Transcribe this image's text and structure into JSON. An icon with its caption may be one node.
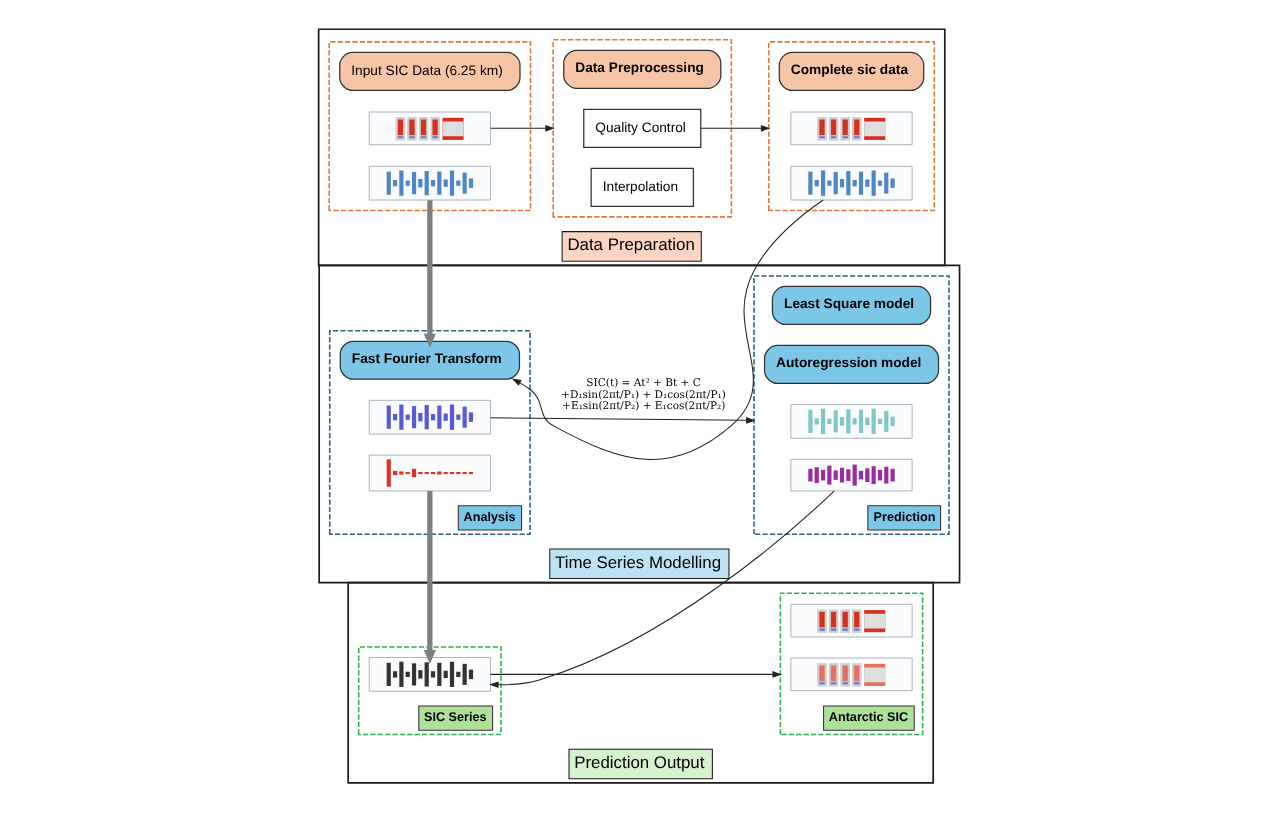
{
  "diagram": {
    "nodes": [
      {
        "text": [
          "Data Preparation"
        ]
      },
      {
        "text": [],
        "shape": "box",
        "in": 0
      },
      {
        "text": [
          "Input SIC Data (6.25 km)"
        ],
        "in": 1
      },
      {
        "text": [],
        "shape": "picture",
        "in": 1
      },
      {
        "text": [],
        "shape": "picture",
        "in": 1
      },
      {
        "text": [],
        "shape": "box",
        "in": 0
      },
      {
        "text": [
          "Data Preprocessing"
        ],
        "in": 5
      },
      {
        "text": [
          "Quality Control"
        ],
        "in": 5
      },
      {
        "text": [
          "Interpolation"
        ],
        "in": 5
      },
      {
        "text": [],
        "shape": "box",
        "in": 0
      },
      {
        "text": [
          "Complete sic data"
        ],
        "in": 9
      },
      {
        "text": [],
        "shape": "picture",
        "in": 9
      },
      {
        "text": [],
        "shape": "picture",
        "in": 9
      },
      {
        "text": [
          "Time Series Modelling"
        ]
      },
      {
        "text": [
          "Analysis"
        ],
        "in": 13
      },
      {
        "text": [
          "Fast Fourier Transform"
        ],
        "in": 14
      },
      {
        "text": [],
        "shape": "picture",
        "in": 14
      },
      {
        "text": [],
        "shape": "picture",
        "in": 14
      },
      {
        "text": [
          "Prediction"
        ],
        "in": 13
      },
      {
        "text": [
          "Least Square model"
        ],
        "in": 18
      },
      {
        "text": [
          "Autoregression model"
        ],
        "in": 18
      },
      {
        "text": [],
        "shape": "picture",
        "in": 18
      },
      {
        "text": [],
        "shape": "picture",
        "in": 18
      },
      {
        "text": [
          "Prediction Output"
        ]
      },
      {
        "text": [
          "SIC Series"
        ],
        "in": 23
      },
      {
        "text": [],
        "shape": "picture",
        "in": 24
      },
      {
        "text": [
          "Antarctic SIC"
        ],
        "in": 23
      },
      {
        "text": [],
        "shape": "picture",
        "in": 26
      },
      {
        "text": [],
        "shape": "picture",
        "in": 26
      }
    ],
    "edges": [
      {
        "from": 1,
        "to": 5,
        "arrow": "to"
      },
      {
        "from": 5,
        "to": 9,
        "arrow": "to"
      },
      {
        "from": 0,
        "to": 13,
        "arrow": "to",
        "style": "thick",
        "color": "#7f7f7f"
      },
      {
        "from": 9,
        "to": 14,
        "arrow": "to"
      },
      {
        "from": 14,
        "to": 18,
        "arrow": "to",
        "label": "SIC(t) = At² + Bt + C +D₁sin(2πt/P₁) + D₁cos(2πt/P₁) +E₁sin(2πt/P₂) + E₁cos(2πt/P₂)"
      },
      {
        "from": 13,
        "to": 23,
        "arrow": "to",
        "style": "thick",
        "color": "#7f7f7f"
      },
      {
        "from": 18,
        "to": 24,
        "arrow": "to"
      },
      {
        "from": 24,
        "to": 26,
        "arrow": "to"
      }
    ]
  }
}
